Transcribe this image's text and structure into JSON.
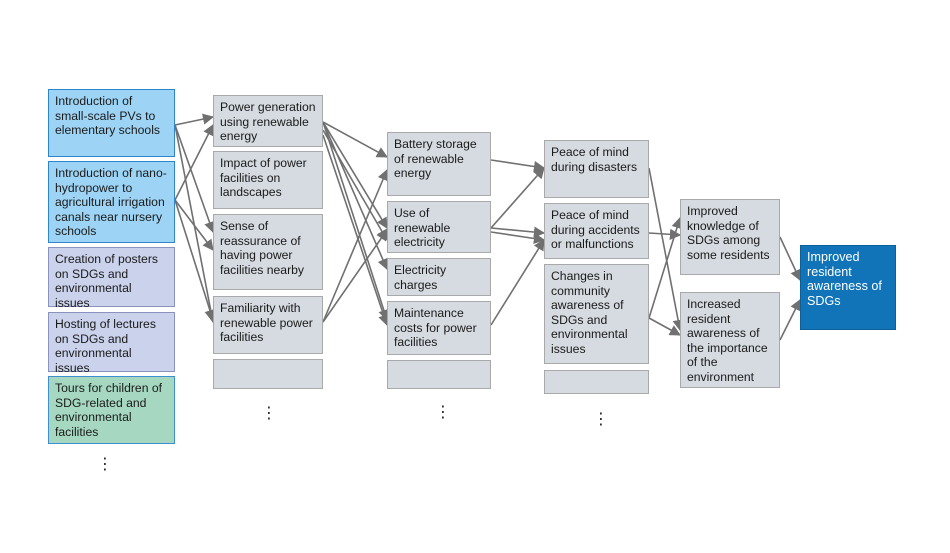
{
  "nodes": {
    "n1": "Introduction of small-scale PVs to elementary schools",
    "n2": "Introduction of nano-hydropower to agricultural irrigation canals near nursery schools",
    "n3": "Creation of posters on SDGs and environmental issues",
    "n4": "Hosting of lectures on SDGs and environmental issues",
    "n5": "Tours for children of SDG-related and environmental facilities",
    "a1": "Power generation using renewable energy",
    "a2": "Impact of power facilities on landscapes",
    "a3": "Sense of reassurance of having power facilities nearby",
    "a4": "Familiarity with renewable power facilities",
    "a5": "",
    "b1": "Battery storage of renewable energy",
    "b2": "Use of renewable electricity",
    "b3": "Electricity charges",
    "b4": "Maintenance costs for power facilities",
    "b5": "",
    "c1": "Peace of mind during disasters",
    "c2": "Peace of mind during accidents or malfunctions",
    "c3": "Changes in community awareness of SDGs and environmental issues",
    "c4": "",
    "d1": "Improved knowledge of SDGs among some residents",
    "d2": "Increased resident awareness of the importance of the environment",
    "e1": "Improved resident awareness of SDGs"
  },
  "ellipsis": "⋮",
  "colors": {
    "input_blue": "#9dd4f5",
    "input_lavender": "#cbd2ec",
    "input_green": "#a6d8c1",
    "intermediate_grey": "#d5dbe0",
    "outcome_blue": "#1174b8",
    "arrow": "#707070"
  }
}
